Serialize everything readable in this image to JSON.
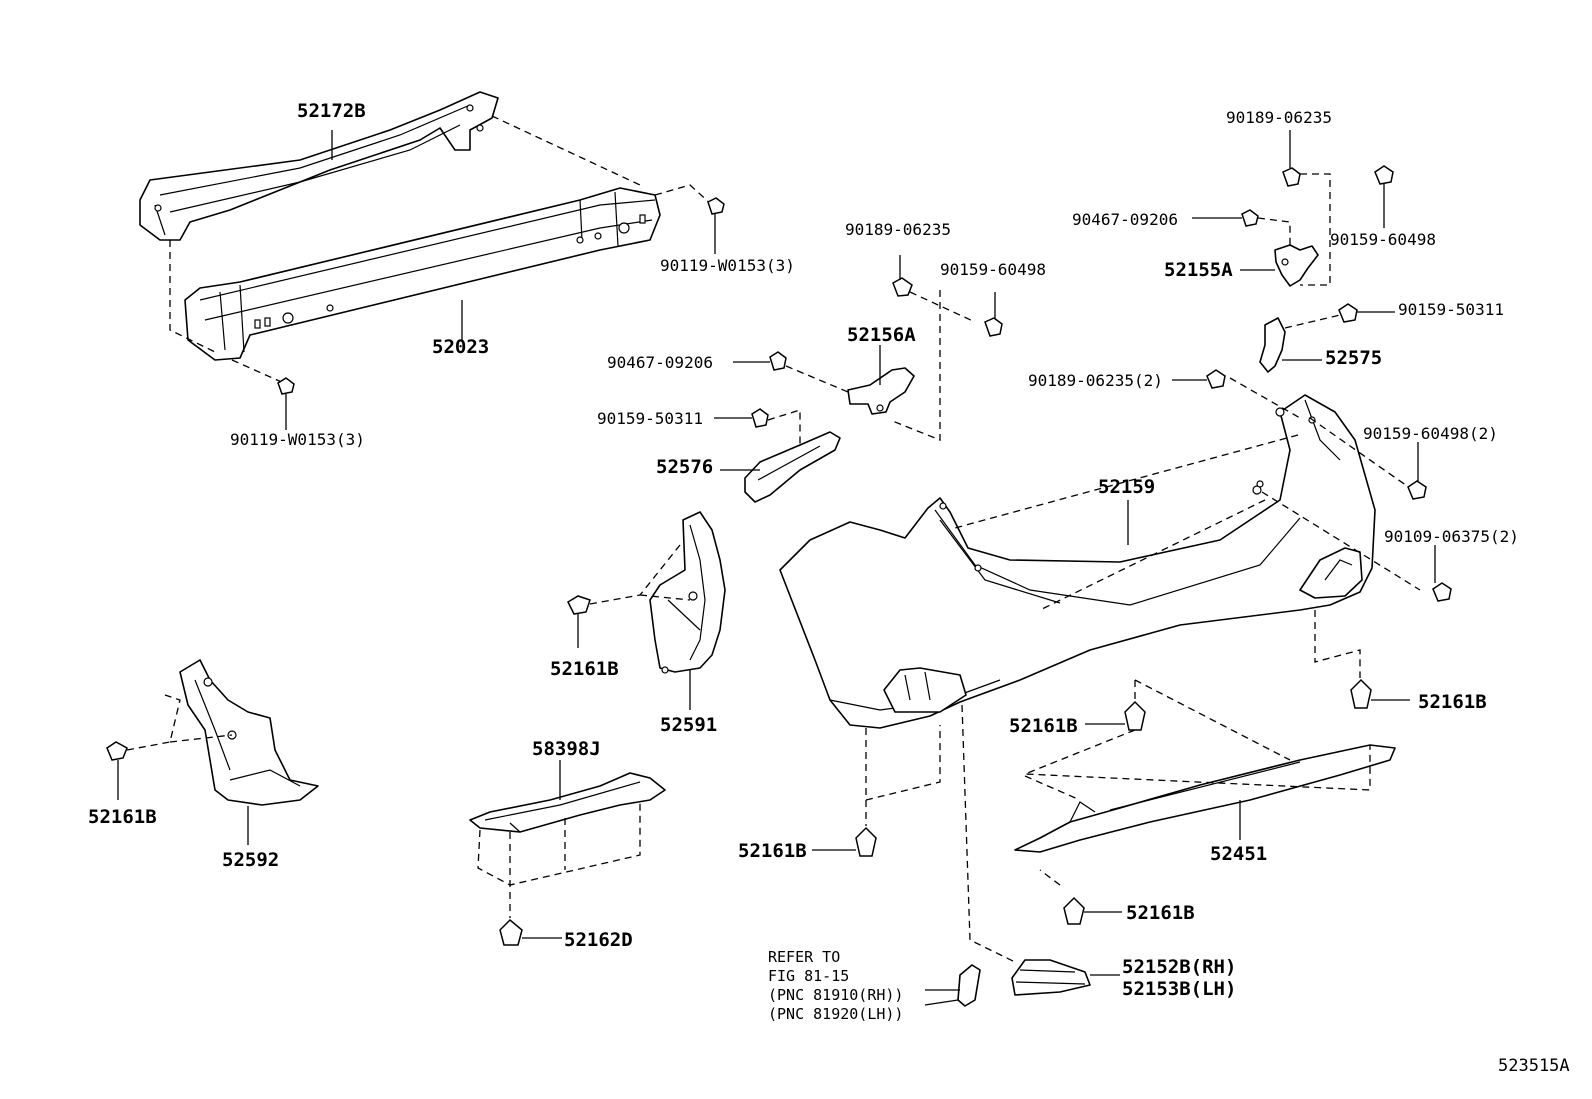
{
  "diagram_id": "523515A",
  "refer_note": {
    "line1": "REFER TO",
    "line2": "FIG 81-15",
    "line3": "(PNC 81910(RH))",
    "line4": "(PNC 81920(LH))"
  },
  "parts": {
    "p52172B": "52172B",
    "p52023": "52023",
    "p90119_upper": "90119-W0153(3)",
    "p90119_lower": "90119-W0153(3)",
    "p90189_mid": "90189-06235",
    "p90159_60498_mid": "90159-60498",
    "p52156A": "52156A",
    "p90467_mid": "90467-09206",
    "p90159_50311_mid": "90159-50311",
    "p52576": "52576",
    "p90189_top_right": "90189-06235",
    "p90467_right": "90467-09206",
    "p90159_60498_right": "90159-60498",
    "p52155A": "52155A",
    "p90159_50311_right": "90159-50311",
    "p52575": "52575",
    "p90189_2": "90189-06235(2)",
    "p90159_60498_2": "90159-60498(2)",
    "p52159": "52159",
    "p90109_2": "90109-06375(2)",
    "p52161B_a": "52161B",
    "p52591": "52591",
    "p52161B_right": "52161B",
    "p52161B_center": "52161B",
    "p52161B_left": "52161B",
    "p52592": "52592",
    "p58398J": "58398J",
    "p52161B_bottom": "52161B",
    "p52451": "52451",
    "p52162D": "52162D",
    "p52161B_lower_right": "52161B",
    "p52152B": "52152B(RH)",
    "p52153B": "52153B(LH)"
  }
}
